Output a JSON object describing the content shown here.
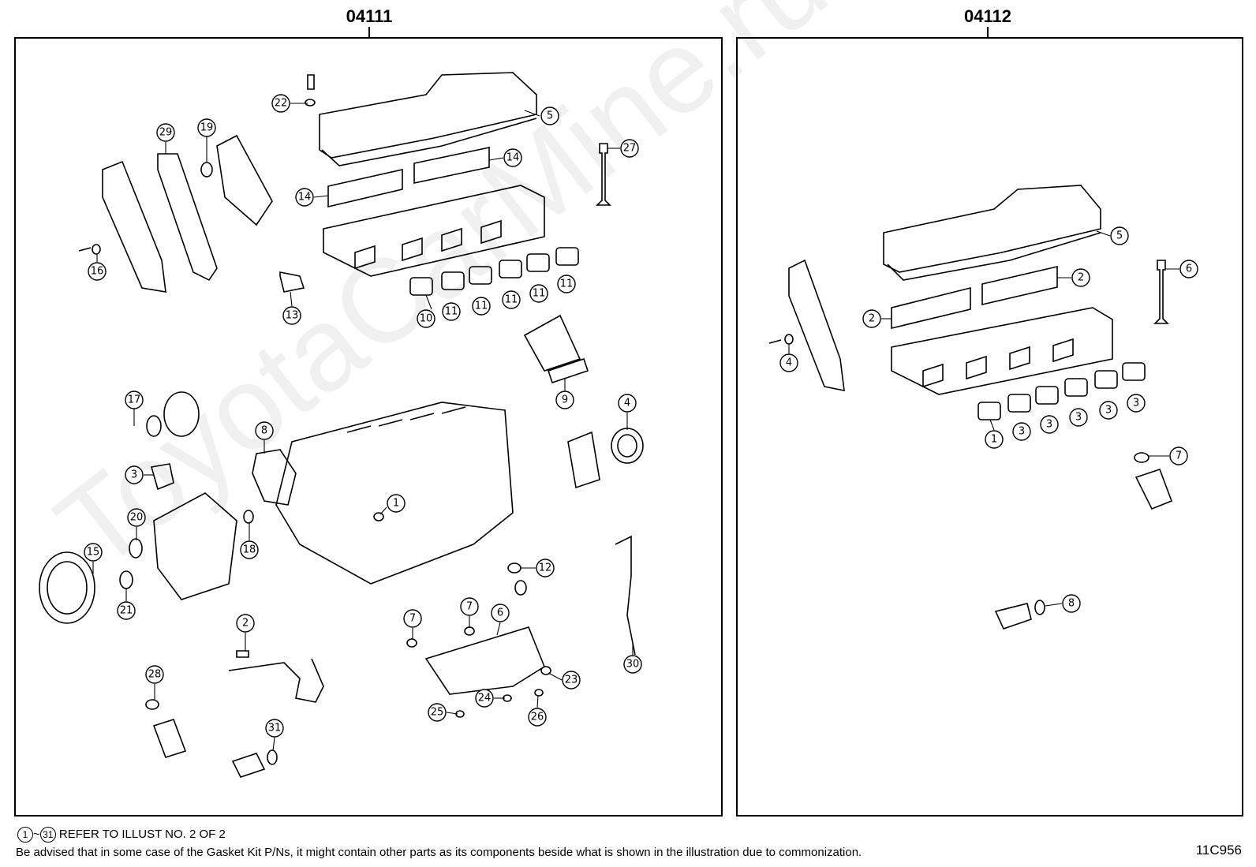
{
  "kits": {
    "left": "04111",
    "right": "04112"
  },
  "callouts_left": [
    "22",
    "5",
    "29",
    "19",
    "27",
    "14",
    "14",
    "16",
    "13",
    "10",
    "11",
    "11",
    "11",
    "11",
    "11",
    "9",
    "17",
    "4",
    "8",
    "3",
    "20",
    "18",
    "1",
    "15",
    "21",
    "12",
    "2",
    "7",
    "7",
    "6",
    "30",
    "28",
    "23",
    "24",
    "25",
    "26",
    "31"
  ],
  "callouts_right": [
    "5",
    "6",
    "2",
    "2",
    "4",
    "1",
    "3",
    "3",
    "3",
    "3",
    "3",
    "7",
    "8"
  ],
  "notes": {
    "range_start": "1",
    "range_sep": "~",
    "range_end": "31",
    "refer_text": " REFER TO ILLUST NO. 2 OF 2",
    "disclaimer": "Be advised that in some case of the Gasket Kit P/Ns,  it might contain other parts as its components beside what is shown in the illustration due to commonization."
  },
  "figure_code": "11C956",
  "watermark": "ToyotaCarMine.ru"
}
